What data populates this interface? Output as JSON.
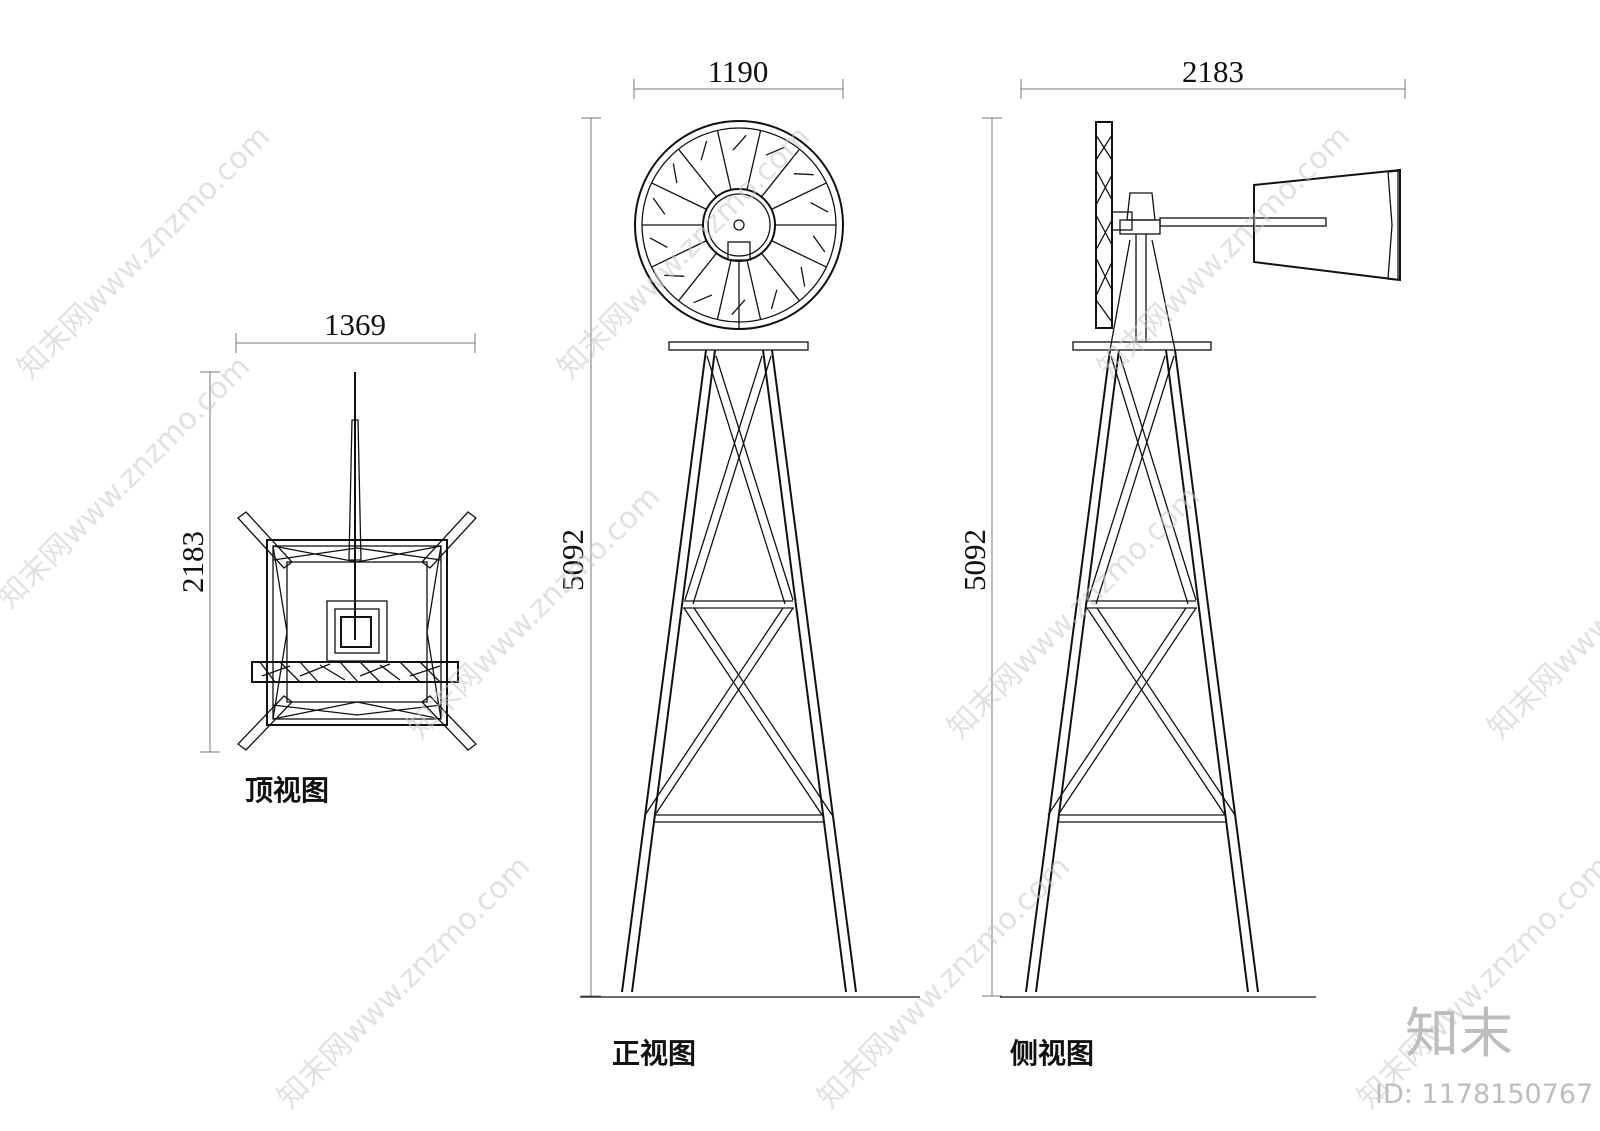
{
  "views": {
    "top": {
      "caption": "顶视图",
      "width_dim": "1369",
      "height_dim": "2183"
    },
    "front": {
      "caption": "正视图",
      "width_dim": "1190",
      "height_dim": "5092"
    },
    "side": {
      "caption": "侧视图",
      "width_dim": "2183",
      "height_dim": "5092"
    }
  },
  "watermark": {
    "text": "知末网www.znzmo.com",
    "brand": "知末",
    "id_label": "ID: 1178150767"
  }
}
